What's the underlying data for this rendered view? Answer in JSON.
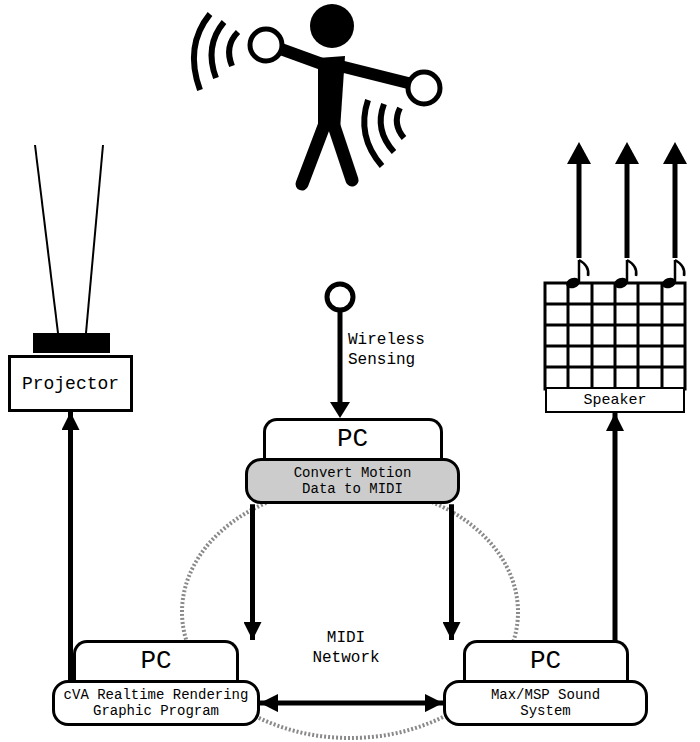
{
  "diagram": {
    "nodes": [
      {
        "text": [
          "Projector"
        ]
      },
      {
        "text": [
          "Speaker"
        ]
      },
      {
        "text": [
          "PC",
          "Convert Motion Data to MIDI"
        ]
      },
      {
        "text": [
          "PC",
          "cVA Realtime Rendering Graphic Program"
        ]
      },
      {
        "text": [
          "PC",
          "Max/MSP Sound System"
        ]
      }
    ],
    "edges": [
      {
        "from": 2,
        "to": 3,
        "arrow": "to"
      },
      {
        "from": 2,
        "to": 4,
        "arrow": "to"
      },
      {
        "from": 3,
        "to": 4,
        "arrow": "both"
      },
      {
        "from": 3,
        "to": 0,
        "arrow": "to"
      },
      {
        "from": 4,
        "to": 1,
        "arrow": "to"
      }
    ],
    "labels": [
      "Wireless Sensing",
      "MIDI Network"
    ]
  }
}
